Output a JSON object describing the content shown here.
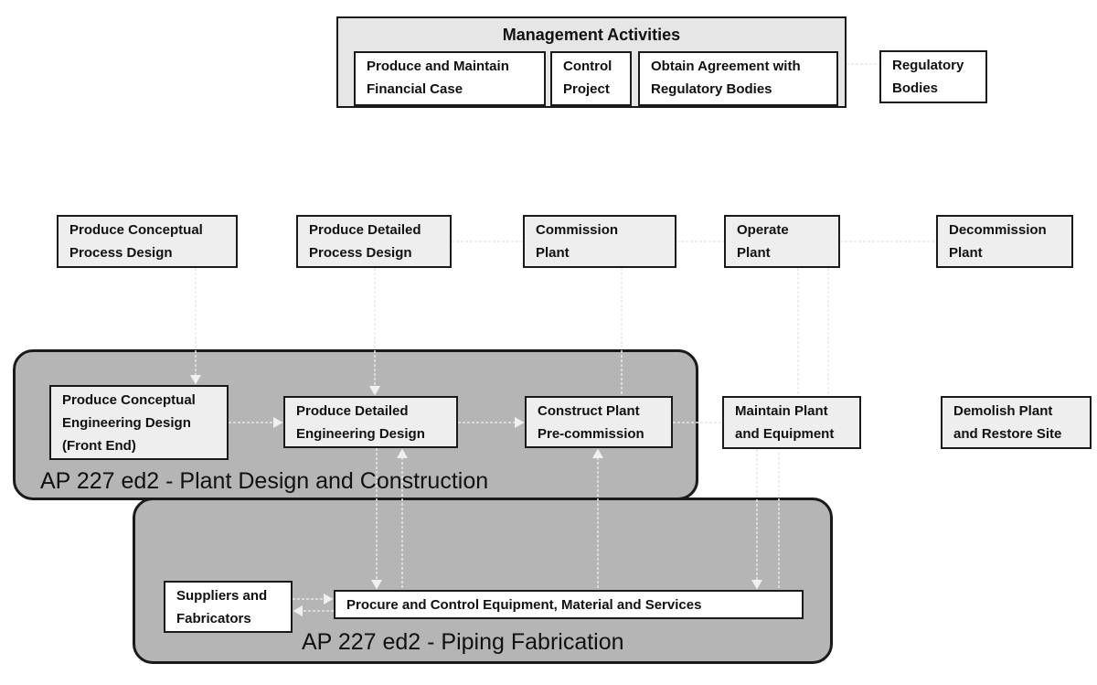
{
  "management": {
    "title": "Management Activities",
    "activities": [
      {
        "lines": [
          "Produce and Maintain",
          "Financial Case"
        ]
      },
      {
        "lines": [
          "Control",
          "Project"
        ]
      },
      {
        "lines": [
          "Obtain Agreement with",
          "Regulatory Bodies"
        ]
      }
    ]
  },
  "external": {
    "regulatory_bodies": {
      "lines": [
        "Regulatory",
        "Bodies"
      ]
    },
    "suppliers": {
      "lines": [
        "Suppliers and",
        "Fabricators"
      ]
    }
  },
  "lifecycle": [
    {
      "lines": [
        "Produce Conceptual",
        "Process Design"
      ]
    },
    {
      "lines": [
        "Produce Detailed",
        "Process Design"
      ]
    },
    {
      "lines": [
        "Commission",
        "Plant"
      ]
    },
    {
      "lines": [
        "Operate",
        "Plant"
      ]
    },
    {
      "lines": [
        "Decommission",
        "Plant"
      ]
    }
  ],
  "engineering": [
    {
      "lines": [
        "Produce Conceptual",
        "Engineering Design",
        "(Front End)"
      ]
    },
    {
      "lines": [
        "Produce Detailed",
        "Engineering Design"
      ]
    },
    {
      "lines": [
        "Construct Plant",
        "Pre-commission"
      ]
    },
    {
      "lines": [
        "Maintain Plant",
        "and Equipment"
      ]
    },
    {
      "lines": [
        "Demolish Plant",
        "and Restore Site"
      ]
    }
  ],
  "procurement": {
    "label": "Procure and Control Equipment, Material and Services"
  },
  "groups": {
    "plant_design": "AP 227 ed2 - Plant Design and Construction",
    "piping_fabrication": "AP 227 ed2 - Piping Fabrication"
  },
  "colors": {
    "group_fill": "#b5b5b5",
    "box_fill": "#eeeeee",
    "border": "#1a1a1a",
    "connector": "#f2f2f2"
  }
}
